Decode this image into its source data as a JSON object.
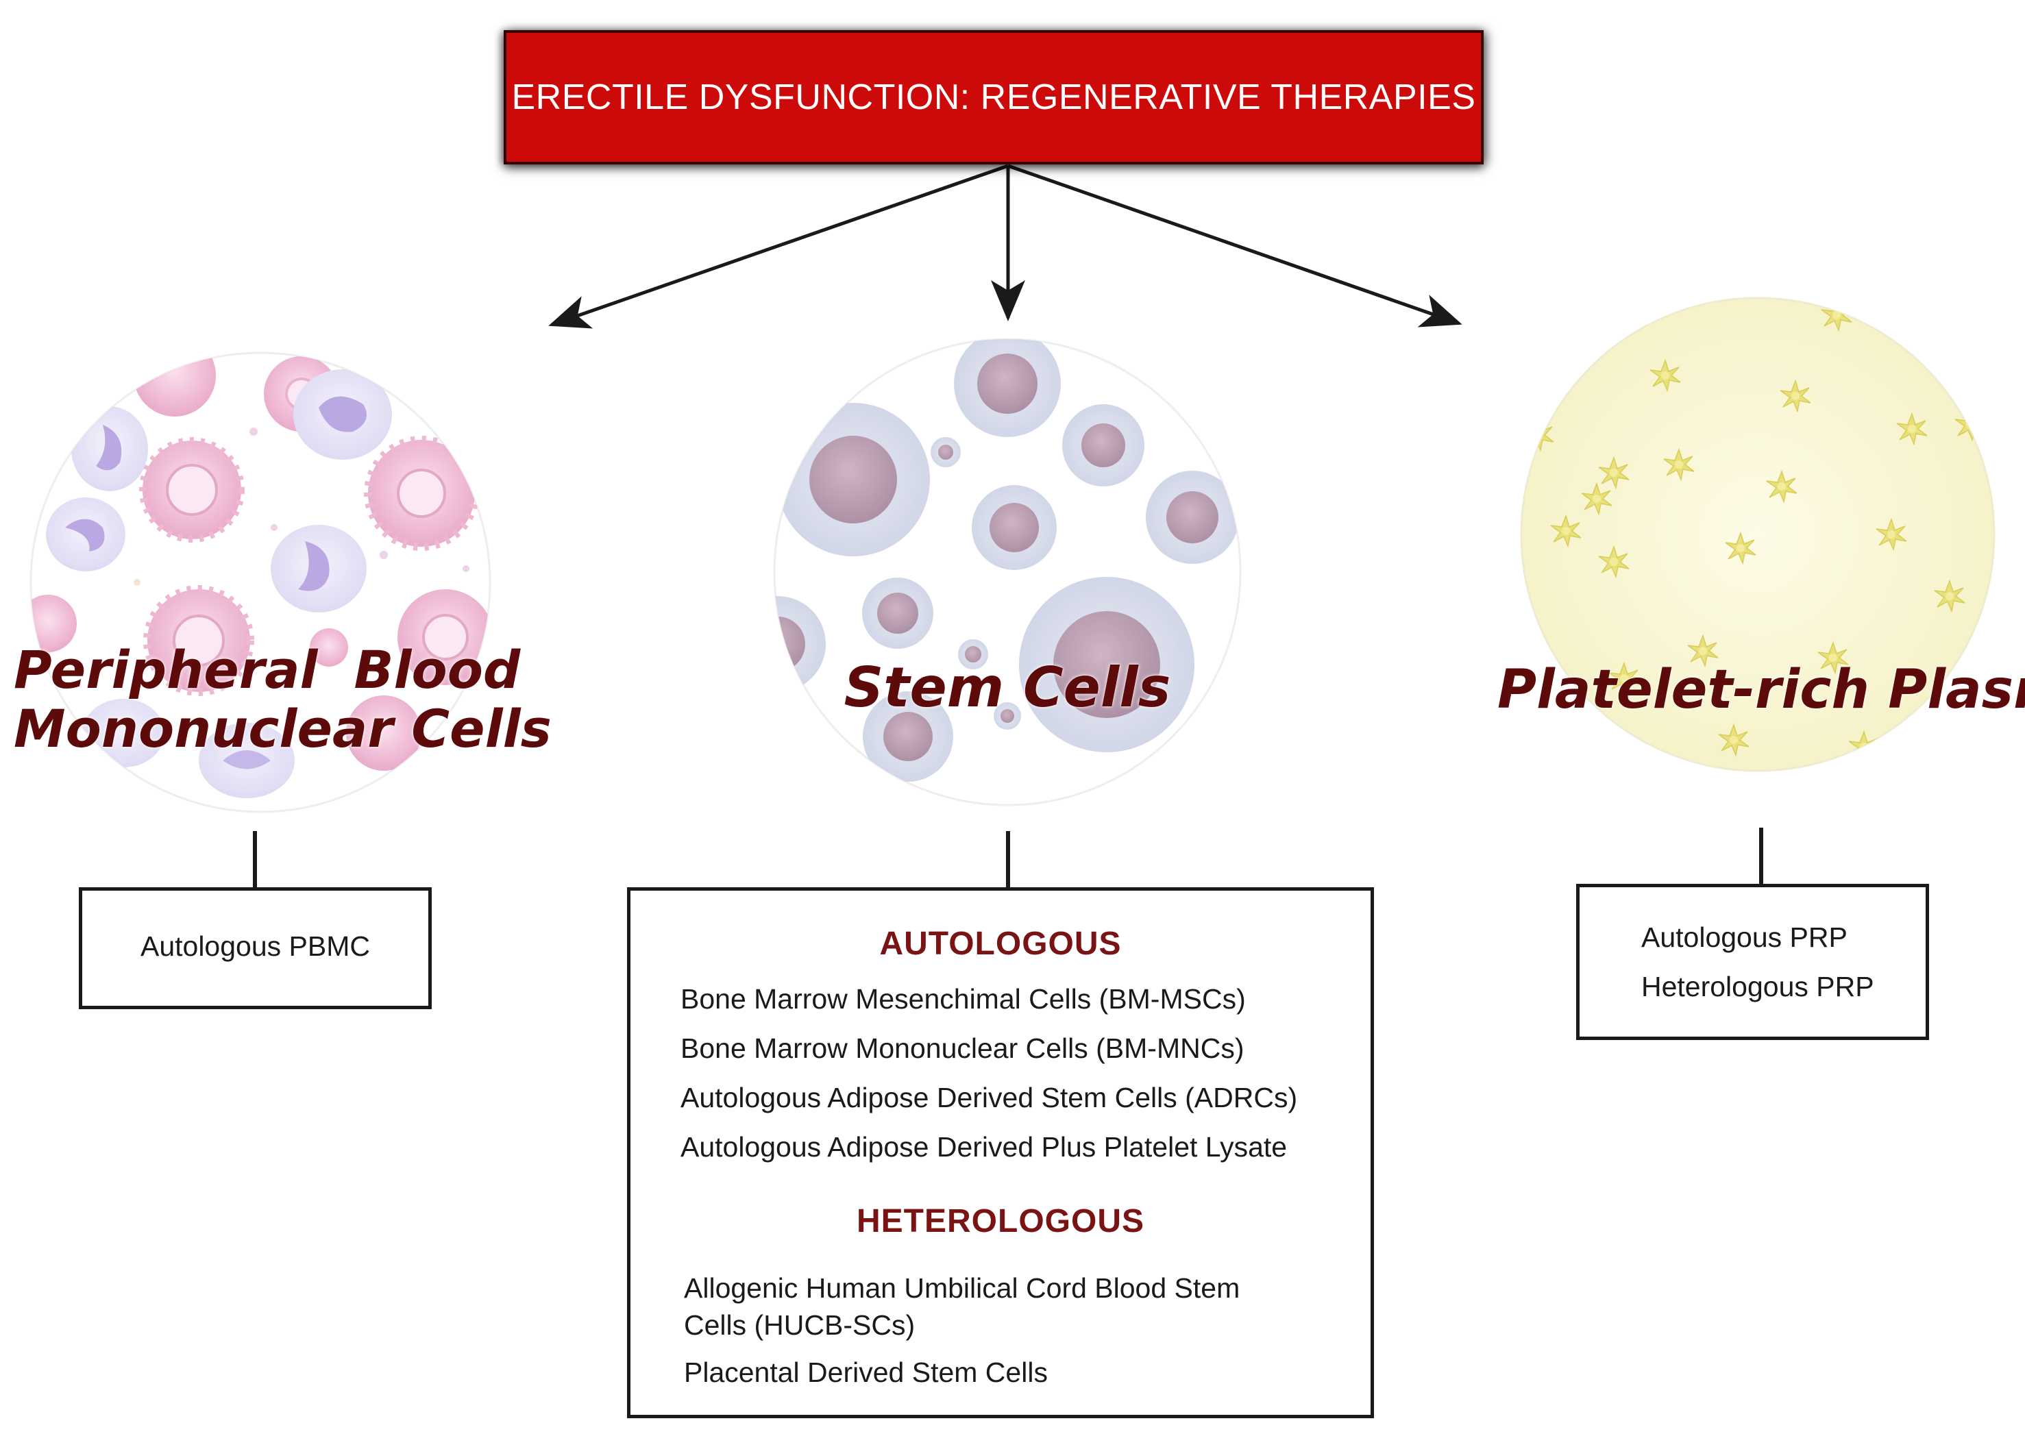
{
  "header": {
    "title": "ERECTILE DYSFUNCTION: REGENERATIVE THERAPIES",
    "background_color": "#cc0a0a"
  },
  "categories": [
    {
      "id": "pbmc",
      "label_line1": "Peripheral  Blood",
      "label_line2": "Mononuclear Cells",
      "cell_icon": "mononuclear-cells-illustration",
      "items": [
        "Autologous PBMC"
      ]
    },
    {
      "id": "stem",
      "label_line1": "Stem Cells",
      "cell_icon": "stem-cells-illustration",
      "autologous_heading": "AUTOLOGOUS",
      "autologous_items": [
        "Bone Marrow Mesenchimal Cells (BM-MSCs)",
        "Bone Marrow Mononuclear Cells (BM-MNCs)",
        "Autologous Adipose Derived Stem Cells (ADRCs)",
        "Autologous Adipose Derived Plus Platelet Lysate"
      ],
      "heterologous_heading": "HETEROLOGOUS",
      "heterologous_items": [
        "Allogenic Human Umbilical Cord Blood Stem Cells (HUCB-SCs)",
        "Placental Derived Stem Cells"
      ]
    },
    {
      "id": "prp",
      "label_line1": "Platelet-rich Plasma",
      "cell_icon": "platelet-plasma-illustration",
      "items": [
        "Autologous PRP",
        "Heterologous PRP"
      ]
    }
  ],
  "colors": {
    "label_text": "#5c0a0a",
    "section_heading": "#7a1414",
    "line": "#1a1a1a"
  }
}
